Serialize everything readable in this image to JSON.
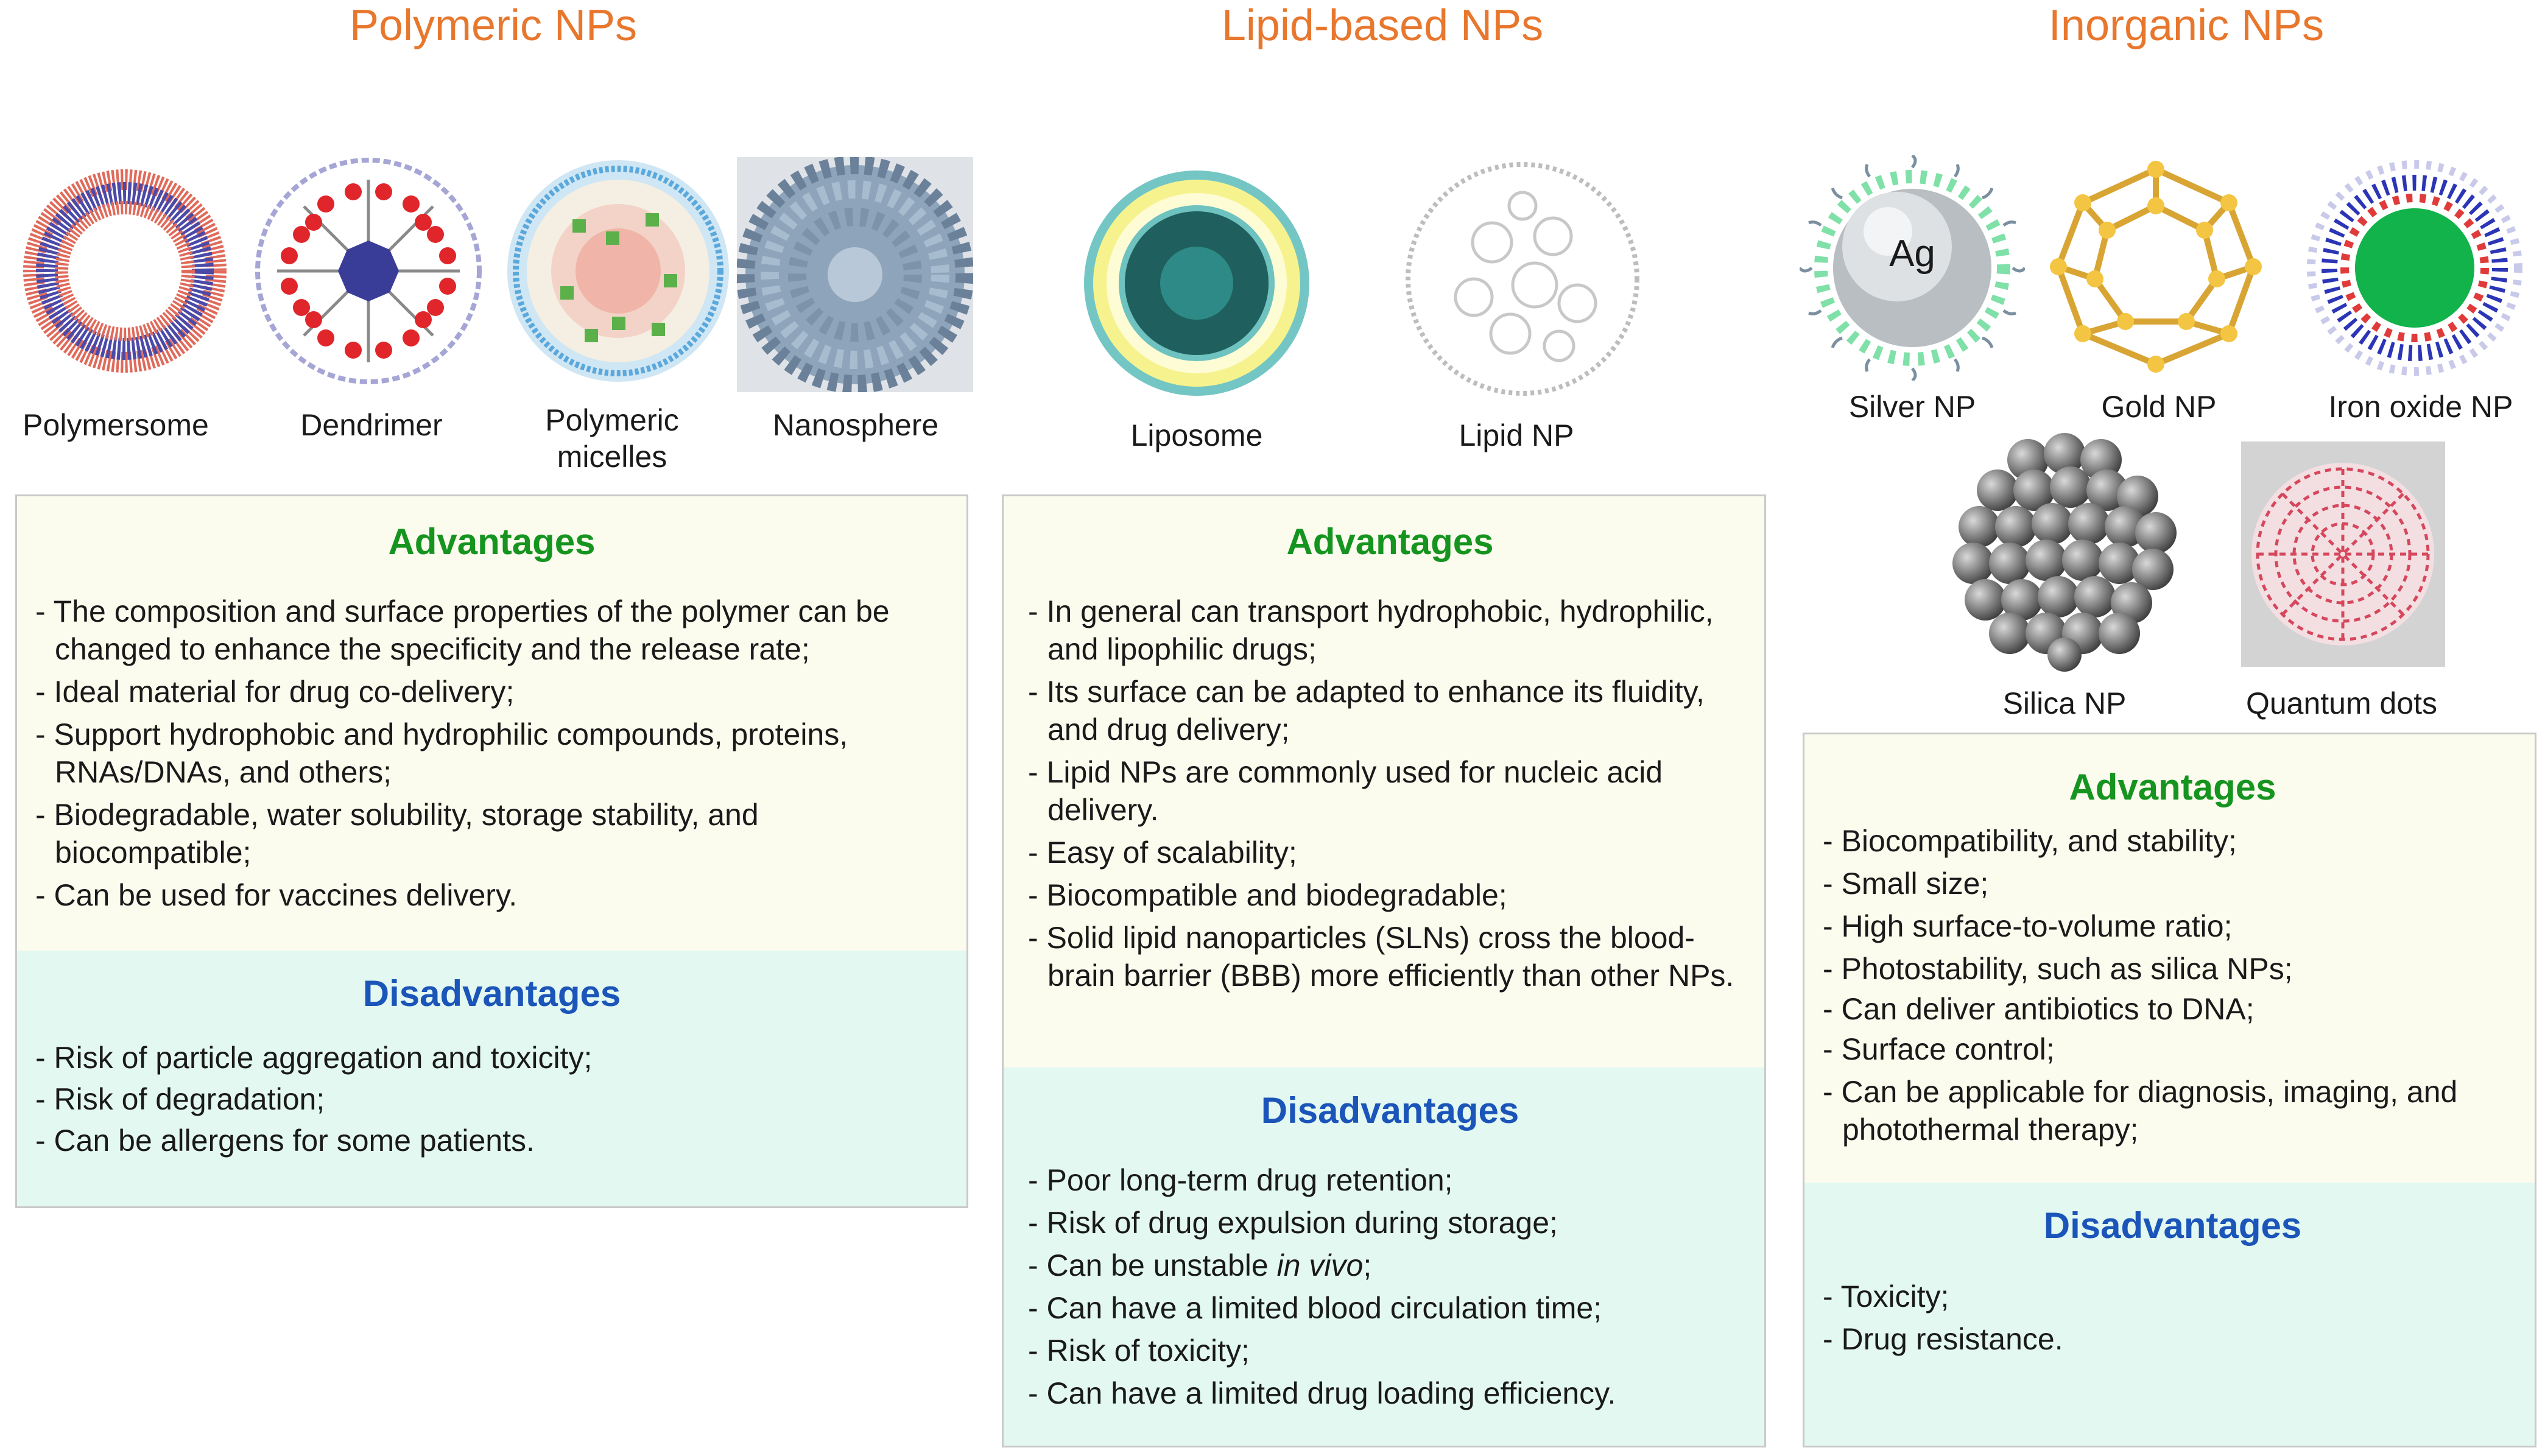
{
  "columns": [
    {
      "title": "Polymeric NPs",
      "particles": [
        "Polymersome",
        "Dendrimer",
        "Polymeric micelles",
        "Nanosphere"
      ],
      "advantages": {
        "title": "Advantages",
        "items": [
          "The composition and surface properties of the polymer can be changed to enhance the specificity and the release rate;",
          "Ideal material for drug co-delivery;",
          "Support hydrophobic and hydrophilic compounds, proteins, RNAs/DNAs, and others;",
          "Biodegradable, water solubility, storage stability, and biocompatible;",
          "Can be used for vaccines delivery."
        ]
      },
      "disadvantages": {
        "title": "Disadvantages",
        "items": [
          "Risk of particle aggregation and toxicity;",
          "Risk of degradation;",
          "Can be allergens for some patients."
        ]
      }
    },
    {
      "title": "Lipid-based NPs",
      "particles": [
        "Liposome",
        "Lipid NP"
      ],
      "advantages": {
        "title": "Advantages",
        "items": [
          "In general can transport hydrophobic, hydrophilic, and lipophilic drugs;",
          "Its surface can be adapted to enhance its fluidity, and drug delivery;",
          "Lipid NPs are commonly used for nucleic acid delivery.",
          "Easy of scalability;",
          "Biocompatible and biodegradable;",
          "Solid lipid nanoparticles (SLNs) cross the blood-brain barrier (BBB) more efficiently than other NPs."
        ]
      },
      "disadvantages": {
        "title": "Disadvantages",
        "items": [
          "Poor long-term drug retention;",
          "Risk of drug expulsion during storage;",
          "Can be unstable in vivo;",
          "Can have a limited blood circulation time;",
          "Risk of toxicity;",
          "Can have a limited drug loading efficiency."
        ]
      }
    },
    {
      "title": "Inorganic NPs",
      "particles": [
        "Silver NP",
        "Gold NP",
        "Iron oxide NP",
        "Silica NP",
        "Quantum dots"
      ],
      "ag_symbol": "Ag",
      "advantages": {
        "title": "Advantages",
        "items": [
          "Biocompatibility, and stability;",
          "Small size;",
          "High surface-to-volume ratio;",
          "Photostability, such as silica NPs;",
          "Can deliver antibiotics to DNA;",
          "Surface control;",
          "Can be applicable for diagnosis, imaging, and photothermal therapy;"
        ]
      },
      "disadvantages": {
        "title": "Disadvantages",
        "items": [
          "Toxicity;",
          "Drug resistance."
        ]
      }
    }
  ],
  "colors": {
    "column_title": "#e8772e",
    "advantages_title": "#15941f",
    "disadvantages_title": "#1b55b9",
    "advantages_bg": "#fbfbee",
    "disadvantages_bg": "#e3f8f1"
  }
}
